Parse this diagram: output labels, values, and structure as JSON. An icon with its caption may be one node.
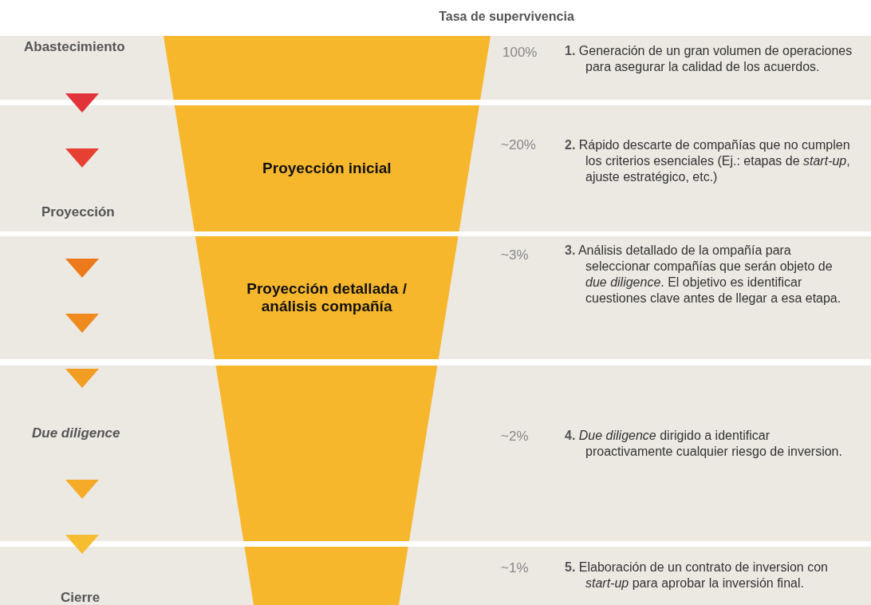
{
  "diagram": {
    "title": "Tasa de supervivencia",
    "nodes": [
      {
        "text": [],
        "shape": "box"
      },
      {
        "text": [
          "Proyección inicial"
        ]
      },
      {
        "text": [
          "Proyección detallada / análisis compañía"
        ]
      },
      {
        "text": [],
        "shape": "box"
      },
      {
        "text": [],
        "shape": "box"
      }
    ],
    "labels": [
      "Abastecimiento",
      "100%",
      "**1.** Generación de un gran volumen de operaciones para asegurar la calidad de los acuerdos.",
      "~20%",
      "**2.** Rápido descarte de compañías que no cumplen los criterios esenciales (Ej.: etapas de *start-up*, ajuste estratégico, etc.)",
      "Proyección",
      "~3%",
      "**3.** Análisis detallado de la ompañía para seleccionar compañías que serán objeto de *due diligence*. El objetivo es identificar cuestiones clave antes de llegar a esa etapa.",
      "Due diligence",
      "~2%",
      "**4.** *Due diligence* dirigido a identificar proactivamente cualquier riesgo de inversion.",
      "~1%",
      "**5.** Elaboración de un contrato de inversion con *start-up* para aprobar la inversión final.",
      "Cierre"
    ]
  }
}
